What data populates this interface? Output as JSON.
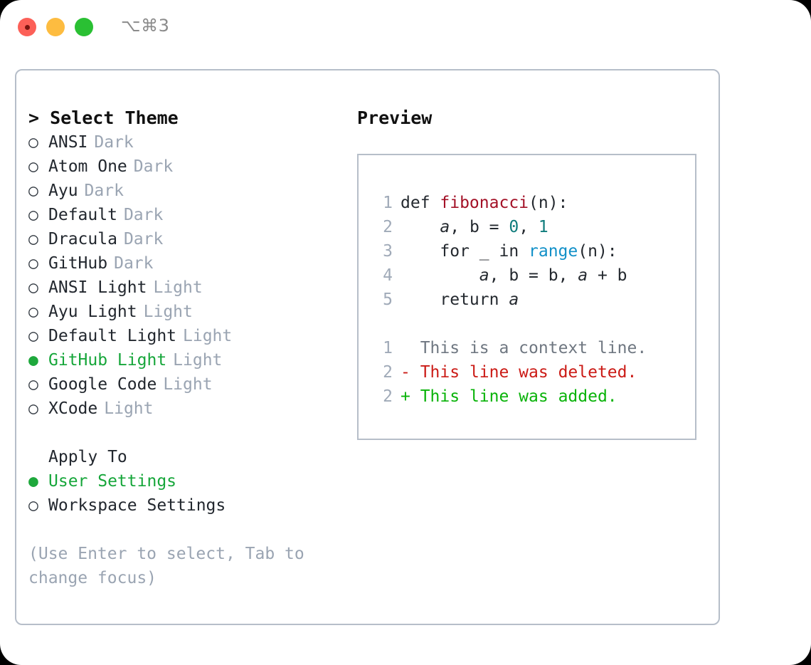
{
  "titlebar": {
    "shortcut": "⌥⌘3",
    "buttons": [
      {
        "name": "close",
        "color": "#fc6058"
      },
      {
        "name": "minimize",
        "color": "#fdbc40"
      },
      {
        "name": "maximize",
        "color": "#2ac033"
      }
    ]
  },
  "theme_picker": {
    "header": "> Select Theme",
    "marker_unselected": "○",
    "marker_selected": "●",
    "items": [
      {
        "label": "ANSI",
        "kind": "Dark",
        "selected": false
      },
      {
        "label": "Atom One",
        "kind": "Dark",
        "selected": false
      },
      {
        "label": "Ayu",
        "kind": "Dark",
        "selected": false
      },
      {
        "label": "Default",
        "kind": "Dark",
        "selected": false
      },
      {
        "label": "Dracula",
        "kind": "Dark",
        "selected": false
      },
      {
        "label": "GitHub",
        "kind": "Dark",
        "selected": false
      },
      {
        "label": "ANSI Light",
        "kind": "Light",
        "selected": false
      },
      {
        "label": "Ayu Light",
        "kind": "Light",
        "selected": false
      },
      {
        "label": "Default Light",
        "kind": "Light",
        "selected": false
      },
      {
        "label": "GitHub Light",
        "kind": "Light",
        "selected": true
      },
      {
        "label": "Google Code",
        "kind": "Light",
        "selected": false
      },
      {
        "label": "XCode",
        "kind": "Light",
        "selected": false
      }
    ]
  },
  "apply_to": {
    "header": "Apply To",
    "items": [
      {
        "label": "User Settings",
        "selected": true
      },
      {
        "label": "Workspace Settings",
        "selected": false
      }
    ]
  },
  "hint": "(Use Enter to select, Tab to change focus)",
  "preview": {
    "title": "Preview",
    "code_lines": [
      {
        "lineno": "1",
        "tokens": [
          {
            "text": "def ",
            "type": "kw"
          },
          {
            "text": "fibonacci",
            "type": "fn"
          },
          {
            "text": "(n):",
            "type": "plain"
          }
        ]
      },
      {
        "lineno": "2",
        "tokens": [
          {
            "text": "    ",
            "type": "plain"
          },
          {
            "text": "a",
            "type": "var"
          },
          {
            "text": ", ",
            "type": "plain"
          },
          {
            "text": "b",
            "type": "plain"
          },
          {
            "text": " = ",
            "type": "plain"
          },
          {
            "text": "0",
            "type": "num"
          },
          {
            "text": ", ",
            "type": "plain"
          },
          {
            "text": "1",
            "type": "num"
          }
        ]
      },
      {
        "lineno": "3",
        "tokens": [
          {
            "text": "    for _ in ",
            "type": "plain"
          },
          {
            "text": "range",
            "type": "call"
          },
          {
            "text": "(n):",
            "type": "plain"
          }
        ]
      },
      {
        "lineno": "4",
        "tokens": [
          {
            "text": "        ",
            "type": "plain"
          },
          {
            "text": "a",
            "type": "var"
          },
          {
            "text": ", b = b, ",
            "type": "plain"
          },
          {
            "text": "a",
            "type": "var"
          },
          {
            "text": " + b",
            "type": "plain"
          }
        ]
      },
      {
        "lineno": "5",
        "tokens": [
          {
            "text": "    return ",
            "type": "plain"
          },
          {
            "text": "a",
            "type": "var"
          }
        ]
      }
    ],
    "diff_lines": [
      {
        "lineno": "1",
        "prefix": "  ",
        "text": "This is a context line.",
        "type": "context"
      },
      {
        "lineno": "2",
        "prefix": "- ",
        "text": "This line was deleted.",
        "type": "deleted"
      },
      {
        "lineno": "2",
        "prefix": "+ ",
        "text": "This line was added.",
        "type": "added"
      }
    ]
  },
  "colors": {
    "selection_green": "#16a63a",
    "muted_gray": "#9aa4b2",
    "border": "#b6bec9",
    "diff_added": "#09b309",
    "diff_deleted": "#cb1b16",
    "token_function": "#a31127",
    "token_number": "#0f7c7c",
    "token_call": "#1190c8"
  }
}
